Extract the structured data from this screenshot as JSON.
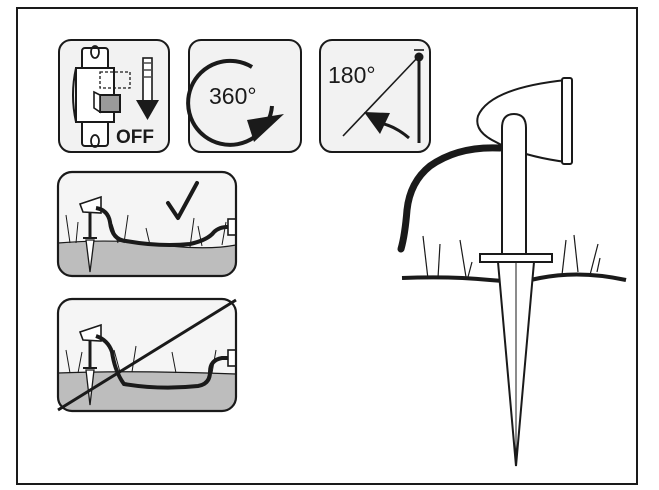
{
  "panels": {
    "power_off": {
      "label": "OFF"
    },
    "rotate_360": {
      "label": "360°"
    },
    "tilt_180": {
      "label": "180°"
    }
  },
  "icons": {
    "power_off": "switch-off-arrow-icon",
    "rotate_360": "rotate-circle-arrow-icon",
    "tilt_180": "tilt-angle-arrow-icon",
    "correct": "check-mark-icon",
    "incorrect": "cross-out-line-icon"
  },
  "colors": {
    "line": "#1a1a1a",
    "panel_fill": "#f2f2f2",
    "ground": "#bdbdbd",
    "background": "#ffffff"
  }
}
